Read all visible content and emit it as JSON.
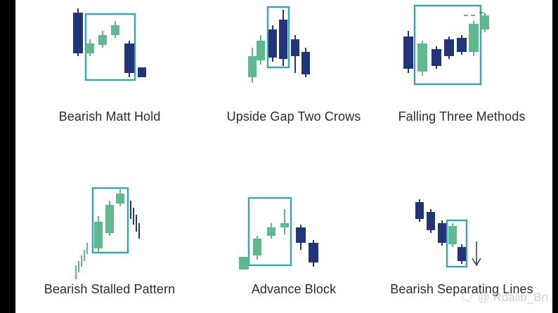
{
  "colors": {
    "bearish": "#23357a",
    "bullish": "#5fb98f",
    "highlight": "#3aa6b0",
    "wick": "#23357a",
    "text": "#2b2b2b",
    "background": "#ffffff",
    "letterbox": "#000000"
  },
  "patterns": [
    {
      "name": "Bearish Matt Hold"
    },
    {
      "name": "Upside Gap Two Crows"
    },
    {
      "name": "Falling Three Methods"
    },
    {
      "name": "Bearish Stalled Pattern"
    },
    {
      "name": "Advance Block"
    },
    {
      "name": "Bearish Separating Lines"
    }
  ],
  "watermark": {
    "text": "@ Roalib_Bn",
    "icon": "chat-icon"
  }
}
